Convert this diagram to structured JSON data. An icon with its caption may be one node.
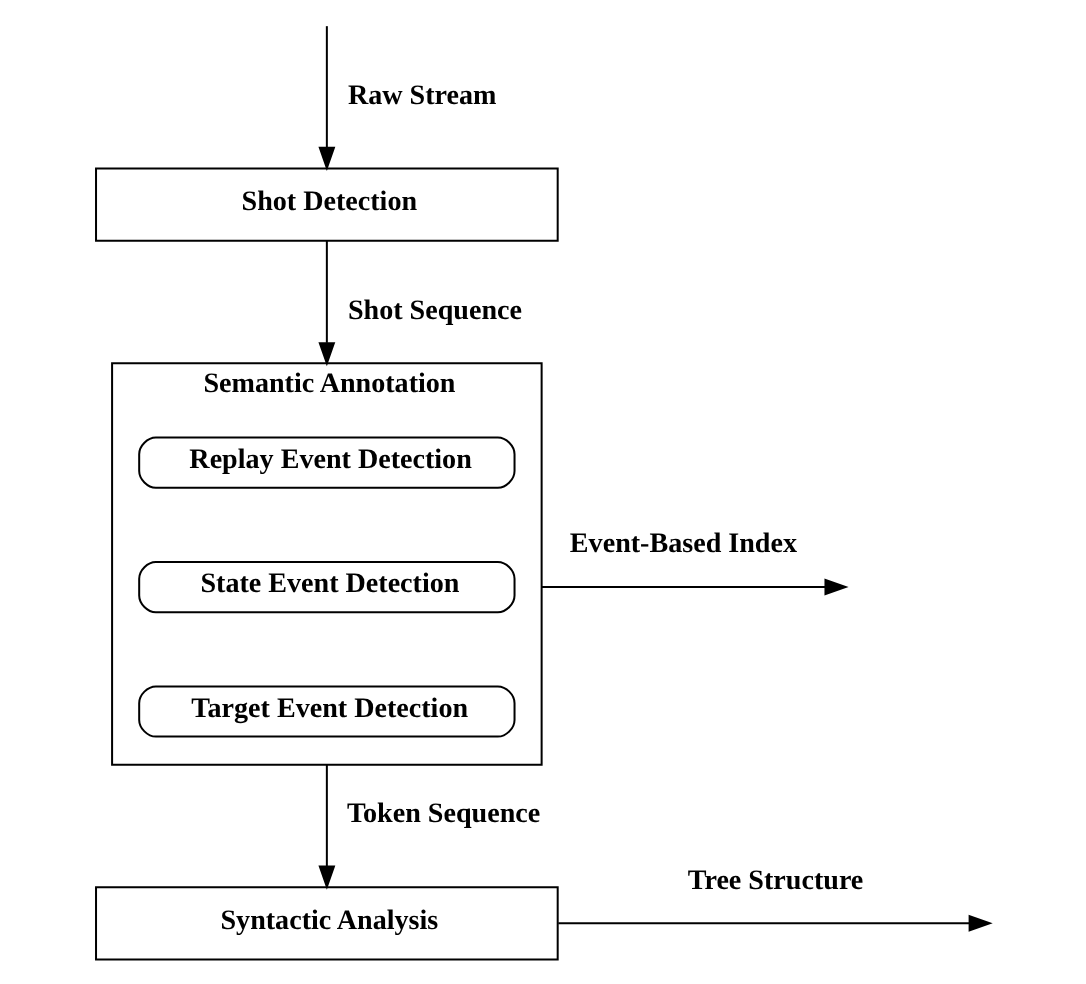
{
  "diagram": {
    "nodes": [
      {
        "text": [
          "Shot Detection"
        ]
      },
      {
        "text": [
          "Semantic Annotation"
        ]
      },
      {
        "text": [
          "Replay Event Detection"
        ],
        "in": 1
      },
      {
        "text": [
          "State Event Detection"
        ],
        "in": 1
      },
      {
        "text": [
          "Target Event Detection"
        ],
        "in": 1
      },
      {
        "text": [
          "Syntactic Analysis"
        ]
      }
    ],
    "edges": [
      {
        "from": null,
        "to": 0,
        "arrow": "to",
        "label": "Raw Stream"
      },
      {
        "from": 0,
        "to": 1,
        "arrow": "to",
        "label": "Shot Sequence"
      },
      {
        "from": 1,
        "to": null,
        "arrow": "to",
        "label": "Event-Based Index"
      },
      {
        "from": 1,
        "to": 5,
        "arrow": "to",
        "label": "Token Sequence"
      },
      {
        "from": 5,
        "to": null,
        "arrow": "to",
        "label": "Tree Structure"
      }
    ]
  }
}
